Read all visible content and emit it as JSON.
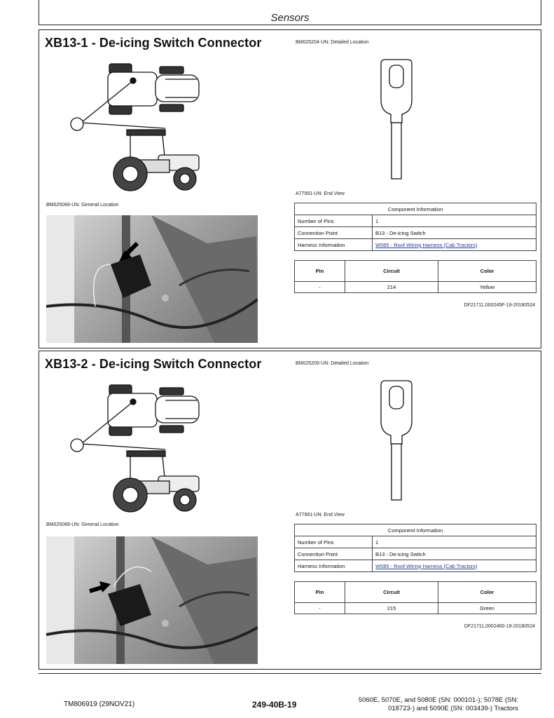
{
  "page": {
    "section_header": "Sensors"
  },
  "sections": [
    {
      "title": "XB13-1 - De-icing Switch Connector",
      "detail_caption": "BM025204-UN: Detailed Location",
      "general_caption": "BM025066-UN: General Location",
      "end_view_caption": "A77991-UN: End View",
      "component_info": {
        "header": "Component Information",
        "rows": [
          {
            "label": "Number of Pins",
            "value": "1"
          },
          {
            "label": "Connection Point",
            "value": "B13 - De-icing Switch"
          },
          {
            "label": "Harness Information",
            "value": "W085 - Roof Wiring Harness (Cab Tractors)"
          }
        ]
      },
      "circuit_table": {
        "headers": [
          "Pin",
          "Circuit",
          "Color"
        ],
        "rows": [
          [
            "-",
            "214",
            "Yellow"
          ]
        ]
      },
      "doc_id": "DF21711,000245F-19-20180524"
    },
    {
      "title": "XB13-2 - De-icing Switch Connector",
      "detail_caption": "BM025205-UN: Detailed Location",
      "general_caption": "BM025066-UN: General Location",
      "end_view_caption": "A77991-UN: End View",
      "component_info": {
        "header": "Component Information",
        "rows": [
          {
            "label": "Number of Pins",
            "value": "1"
          },
          {
            "label": "Connection Point",
            "value": "B13 - De-icing Switch"
          },
          {
            "label": "Harness Information",
            "value": "W085 - Roof Wiring Harness (Cab Tractors)"
          }
        ]
      },
      "circuit_table": {
        "headers": [
          "Pin",
          "Circuit",
          "Color"
        ],
        "rows": [
          [
            "-",
            "215",
            "Green"
          ]
        ]
      },
      "doc_id": "DF21711,0002460-19-20180524"
    }
  ],
  "footer": {
    "left": "TM806919 (29NOV21)",
    "center": "249-40B-19",
    "right_line1": "5060E, 5070E, and 5080E (SN: 000101-); 5078E (SN:",
    "right_line2": "018723-) and 5090E (SN: 003439-) Tractors"
  },
  "colors": {
    "link": "#1a3e9c",
    "border": "#222222"
  }
}
